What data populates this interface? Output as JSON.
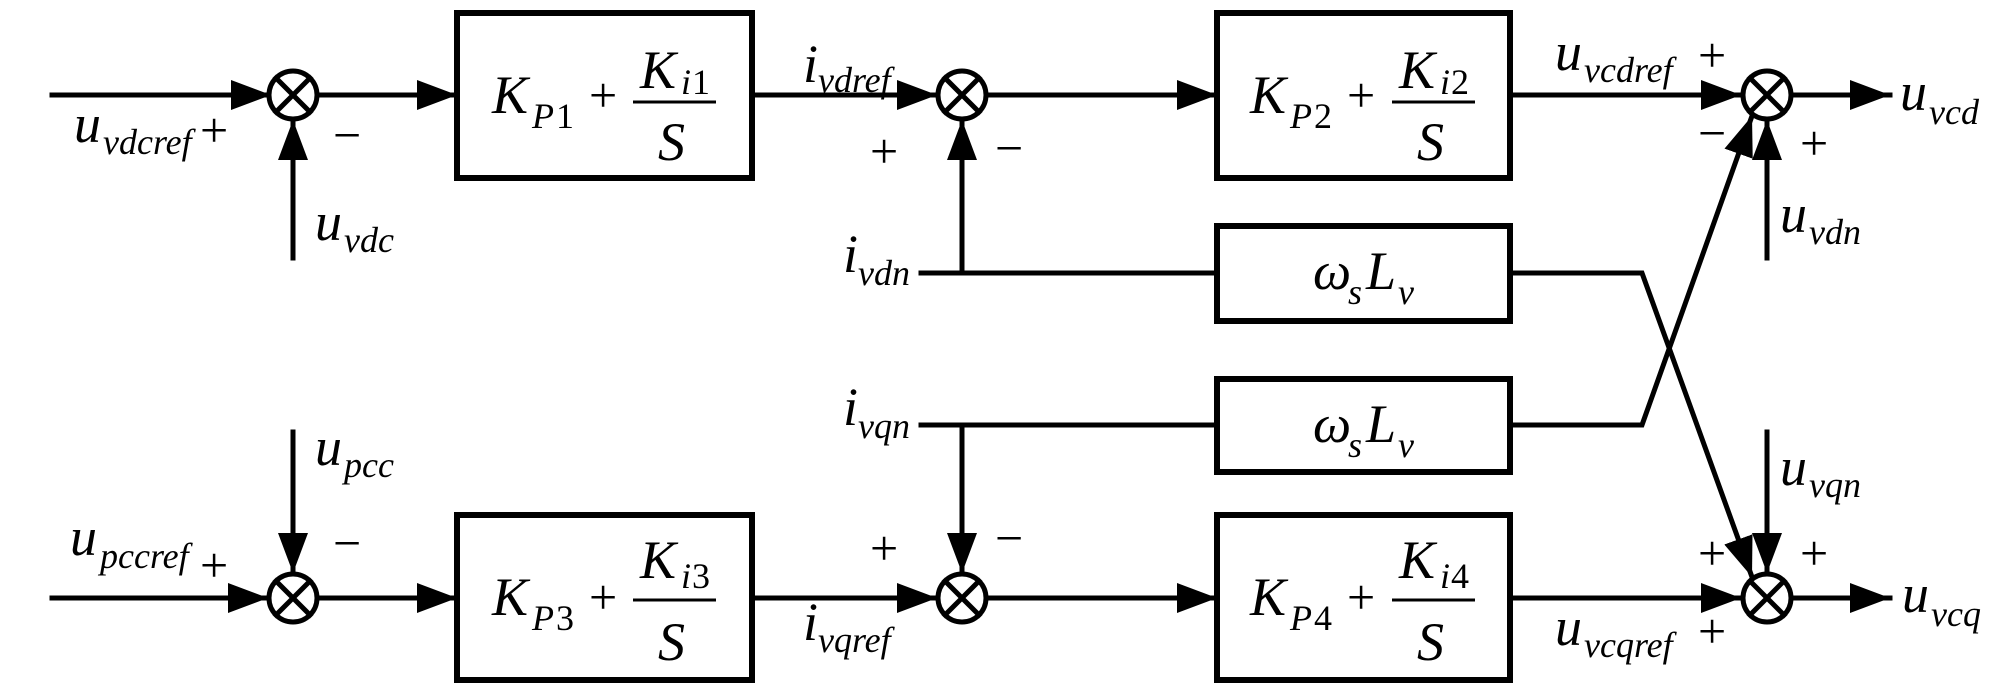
{
  "diagram": {
    "type": "control block diagram",
    "inputs": {
      "u_vdcref": {
        "main": "u",
        "sub": "vdcref"
      },
      "u_vdc": {
        "main": "u",
        "sub": "vdc"
      },
      "u_pccref": {
        "main": "u",
        "sub": "pccref"
      },
      "u_pcc": {
        "main": "u",
        "sub": "pcc"
      },
      "i_vdn": {
        "main": "i",
        "sub": "vdn"
      },
      "i_vqn": {
        "main": "i",
        "sub": "vqn"
      },
      "u_vdn": {
        "main": "u",
        "sub": "vdn"
      },
      "u_vqn": {
        "main": "u",
        "sub": "vqn"
      }
    },
    "intermediate": {
      "i_vdref": {
        "main": "i",
        "sub": "vdref"
      },
      "i_vqref": {
        "main": "i",
        "sub": "vqref"
      },
      "u_vcdref": {
        "main": "u",
        "sub": "vcdref"
      },
      "u_vcqref": {
        "main": "u",
        "sub": "vcqref"
      }
    },
    "outputs": {
      "u_vcd": {
        "main": "u",
        "sub": "vcd"
      },
      "u_vcq": {
        "main": "u",
        "sub": "vcq"
      }
    },
    "pi_blocks": [
      {
        "kp": "K",
        "kp_sub_letter": "P",
        "kp_sub_num": "1",
        "plus": "+",
        "ki": "K",
        "ki_sub_letter": "i",
        "ki_sub_num": "1",
        "den": "S"
      },
      {
        "kp": "K",
        "kp_sub_letter": "P",
        "kp_sub_num": "2",
        "plus": "+",
        "ki": "K",
        "ki_sub_letter": "i",
        "ki_sub_num": "2",
        "den": "S"
      },
      {
        "kp": "K",
        "kp_sub_letter": "P",
        "kp_sub_num": "3",
        "plus": "+",
        "ki": "K",
        "ki_sub_letter": "i",
        "ki_sub_num": "3",
        "den": "S"
      },
      {
        "kp": "K",
        "kp_sub_letter": "P",
        "kp_sub_num": "4",
        "plus": "+",
        "ki": "K",
        "ki_sub_letter": "i",
        "ki_sub_num": "4",
        "den": "S"
      }
    ],
    "coupling_blocks": [
      {
        "omega": "ω",
        "omega_sub": "s",
        "L": "L",
        "L_sub": "v"
      },
      {
        "omega": "ω",
        "omega_sub": "s",
        "L": "L",
        "L_sub": "v"
      }
    ],
    "signs": {
      "plus": "+",
      "minus": "−"
    }
  }
}
